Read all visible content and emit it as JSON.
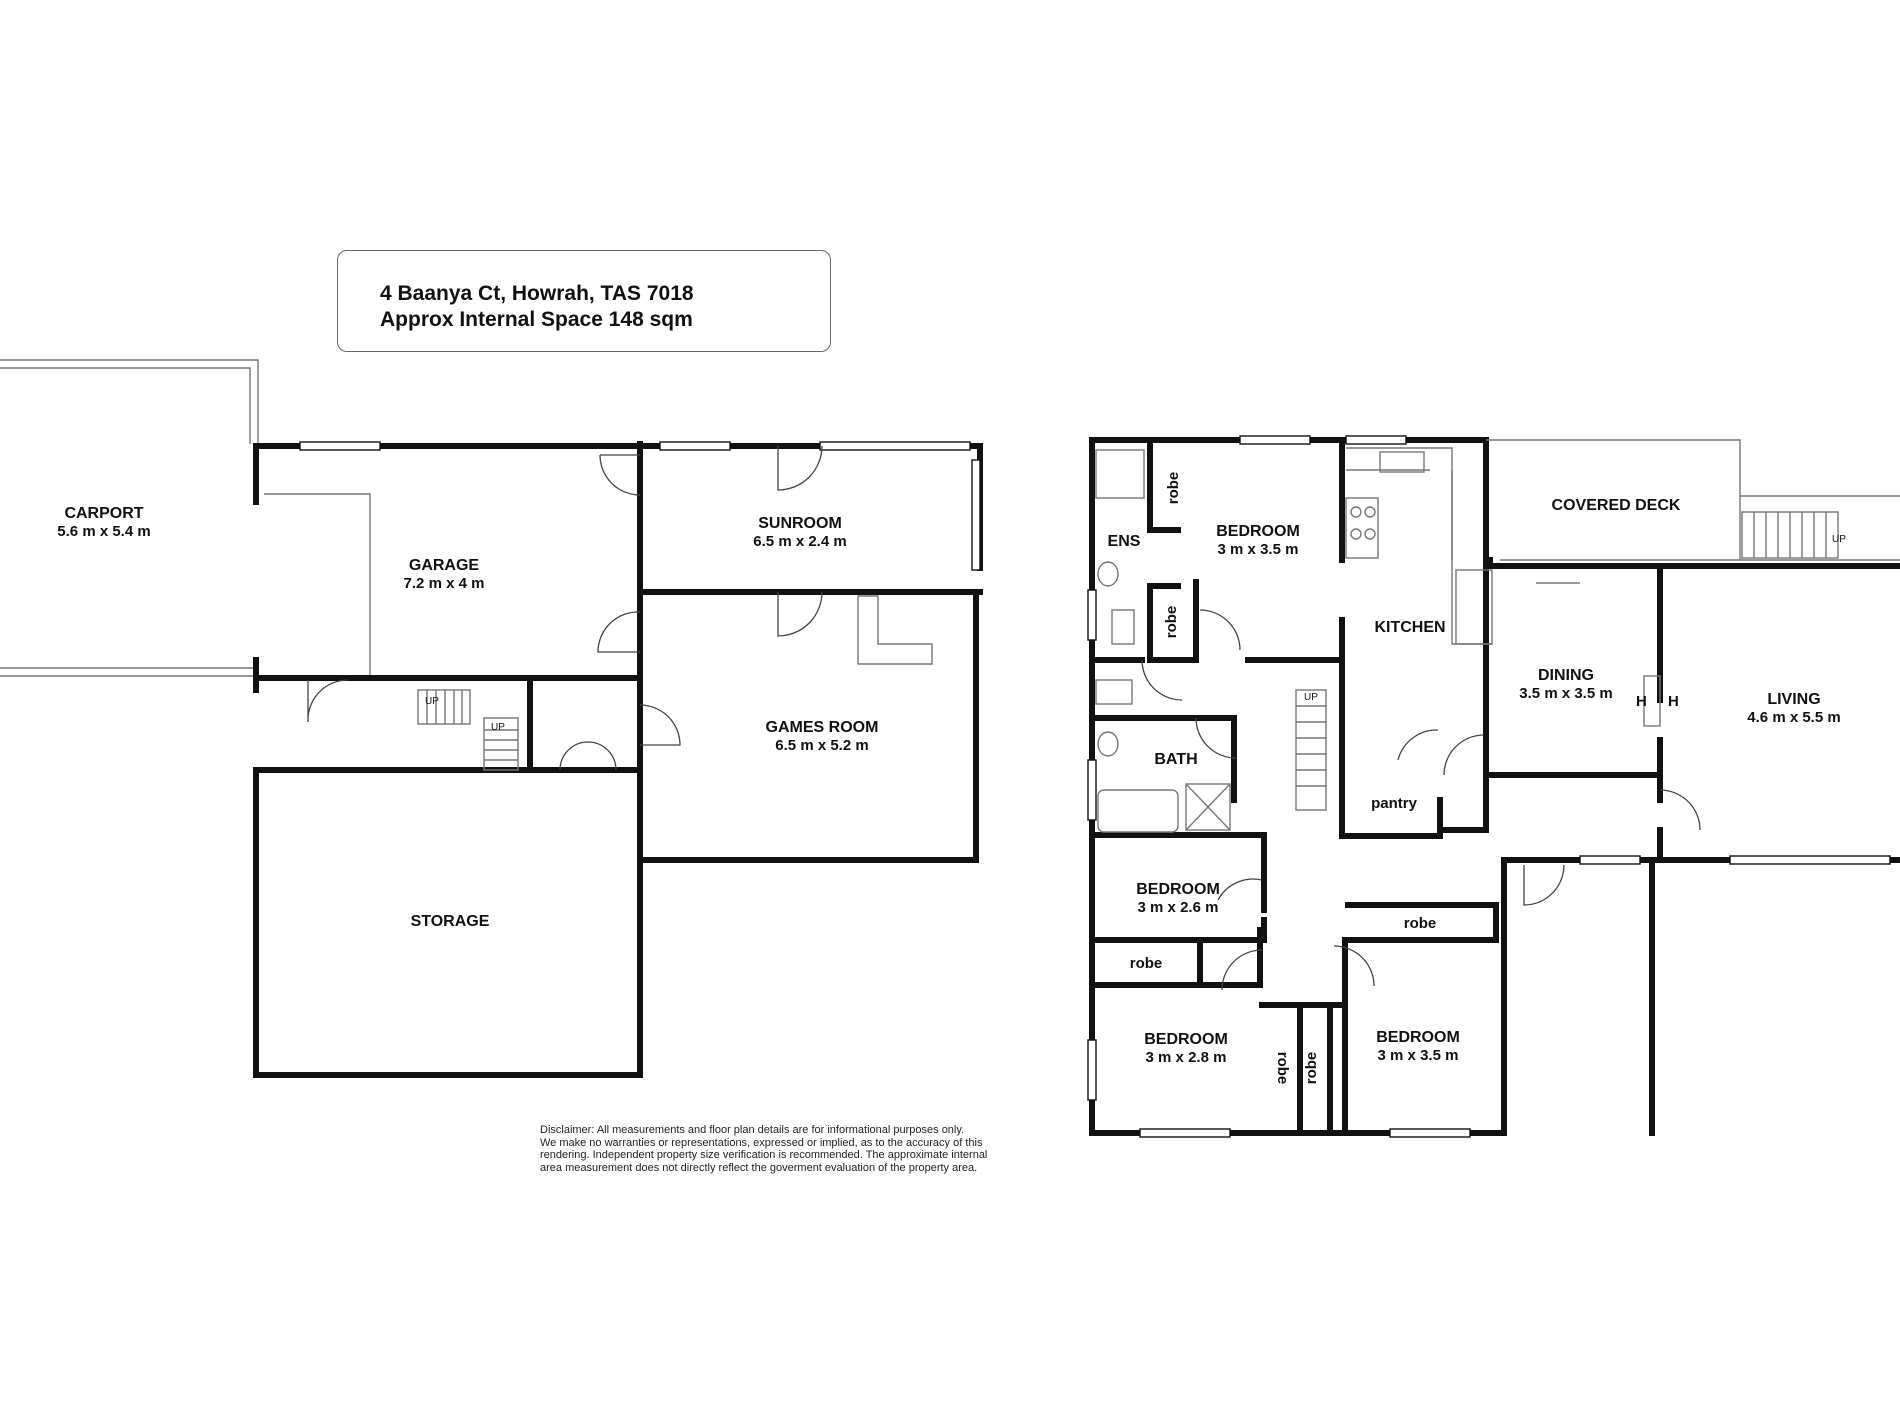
{
  "header": {
    "address": "4 Baanya Ct, Howrah, TAS 7018",
    "area": "Approx Internal Space 148 sqm"
  },
  "rooms": {
    "carport": {
      "name": "CARPORT",
      "dim": "5.6 m x 5.4 m"
    },
    "garage": {
      "name": "GARAGE",
      "dim": "7.2 m x 4 m"
    },
    "sunroom": {
      "name": "SUNROOM",
      "dim": "6.5 m x 2.4 m"
    },
    "games_room": {
      "name": "GAMES ROOM",
      "dim": "6.5 m x 5.2 m"
    },
    "storage": {
      "name": "STORAGE"
    },
    "ens": {
      "name": "ENS"
    },
    "bedroom_1": {
      "name": "BEDROOM",
      "dim": "3 m x 3.5 m"
    },
    "kitchen": {
      "name": "KITCHEN"
    },
    "covered_deck": {
      "name": "COVERED DECK"
    },
    "dining": {
      "name": "DINING",
      "dim": "3.5 m x 3.5 m"
    },
    "living": {
      "name": "LIVING",
      "dim": "4.6 m x 5.5 m"
    },
    "bath": {
      "name": "BATH"
    },
    "pantry": {
      "name": "pantry"
    },
    "bedroom_2": {
      "name": "BEDROOM",
      "dim": "3 m x 2.6 m"
    },
    "bedroom_3": {
      "name": "BEDROOM",
      "dim": "3 m x 2.8 m"
    },
    "bedroom_4": {
      "name": "BEDROOM",
      "dim": "3 m x 3.5 m"
    }
  },
  "labels": {
    "robe": "robe",
    "up": "UP",
    "heater": "H"
  },
  "disclaimer": [
    "Disclaimer: All measurements and floor plan details are for informational purposes only.",
    "We  make no warranties or representations, expressed or implied, as to the accuracy of this",
    "rendering. Independent property size verification is recommended. The approximate internal",
    "area measurement does not directly reflect the goverment evaluation of the property area."
  ]
}
